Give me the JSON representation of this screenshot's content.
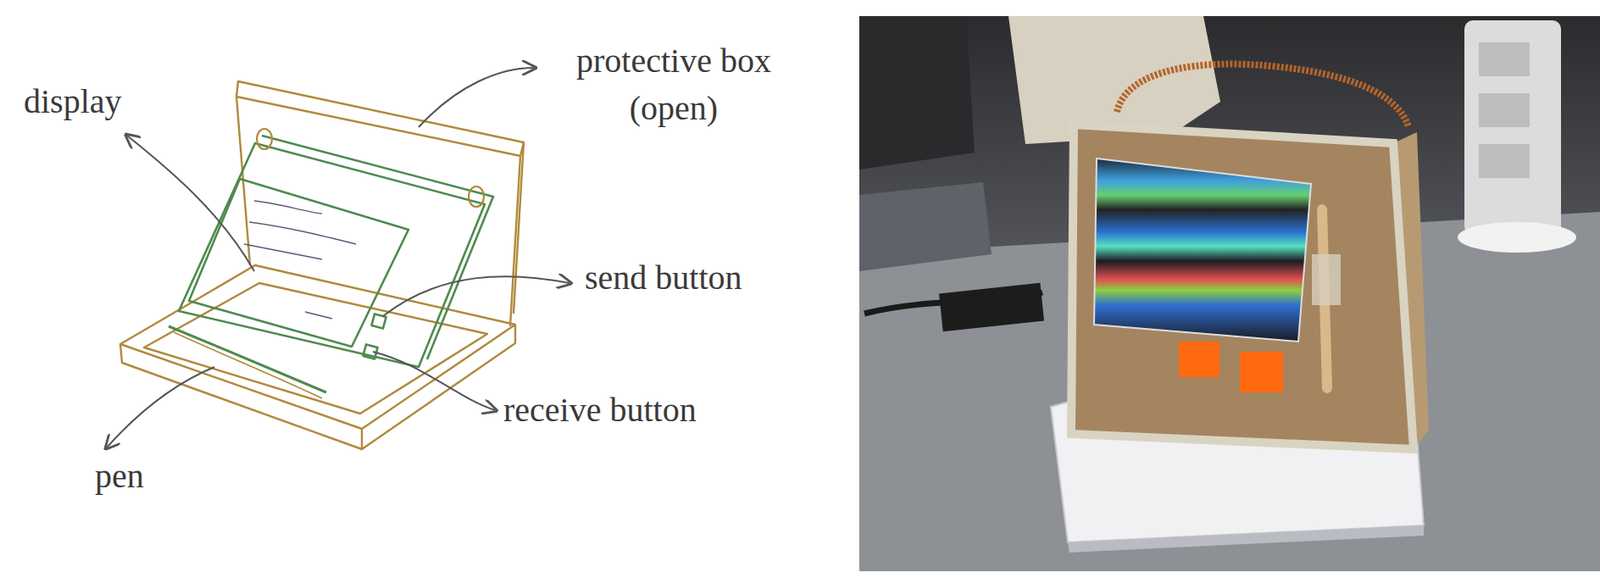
{
  "diagram": {
    "labels": [
      "display",
      "protective box (open)",
      "send button",
      "receive button",
      "pen"
    ]
  }
}
